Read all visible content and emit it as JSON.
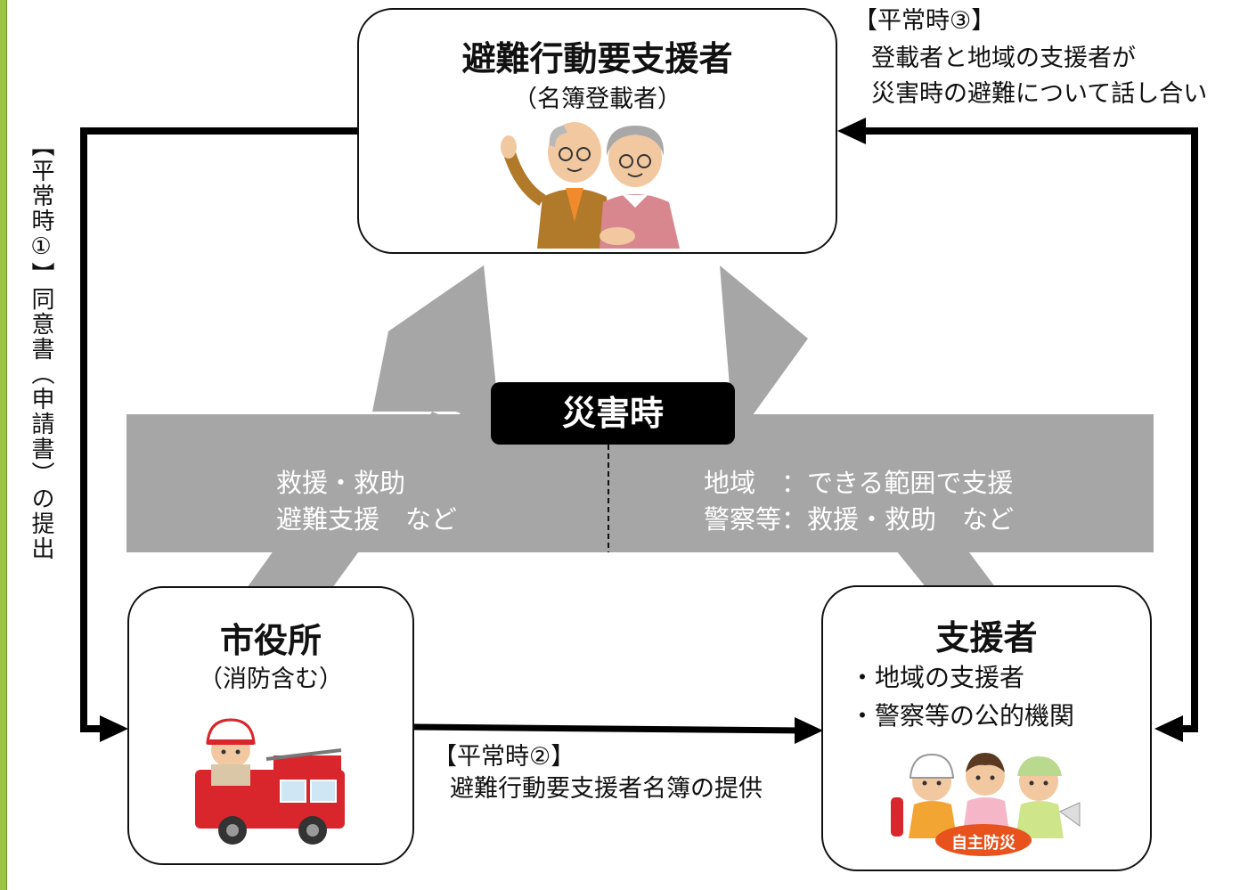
{
  "diagram": {
    "top_node": {
      "title": "避難行動要支援者",
      "subtitle": "（名簿登載者）",
      "icon": "elderly-couple-illustration"
    },
    "left_node": {
      "title": "市役所",
      "subtitle": "（消防含む）",
      "icon": "fire-truck-illustration"
    },
    "right_node": {
      "title": "支援者",
      "items": [
        "・地域の支援者",
        "・警察等の公的機関"
      ],
      "icon": "community-supporters-illustration",
      "badge": "自主防災"
    },
    "disaster_badge": "災害時",
    "band": {
      "left_lines": [
        "救援・救助",
        "避難支援　など"
      ],
      "right_lines": [
        "地域　：できる範囲で支援",
        "警察等：救援・救助　など"
      ]
    },
    "step1_label": "【平常時①】同意書（申請書）の提出",
    "step2_label": [
      "【平常時②】",
      "避難行動要支援者名簿の提供"
    ],
    "step3_label": [
      "【平常時③】",
      "登載者と地域の支援者が",
      "災害時の避難について話し合い"
    ],
    "colors": {
      "band": "#a6a6a6",
      "badge": "#000000",
      "arrow": "#000000",
      "sidebar": "#9bc541"
    }
  }
}
